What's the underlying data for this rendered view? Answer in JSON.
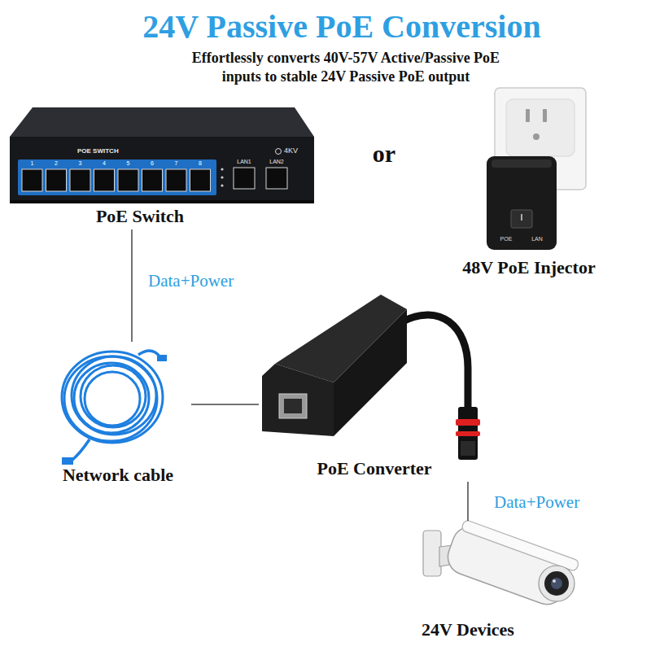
{
  "diagram": {
    "title": "24V Passive PoE Conversion",
    "nodes": [
      {
        "text": [
          "PoE Switch"
        ]
      },
      {
        "text": [
          "48V PoE Injector"
        ]
      },
      {
        "text": [
          "Network cable"
        ]
      },
      {
        "text": [
          "PoE Converter"
        ]
      },
      {
        "text": [
          "24V Devices"
        ]
      }
    ],
    "edges": [
      {
        "from": 0,
        "to": 2,
        "label": "Data+Power",
        "arrow": "none"
      },
      {
        "from": 2,
        "to": 3,
        "arrow": "none"
      },
      {
        "from": 3,
        "to": 4,
        "label": "Data+Power",
        "arrow": "none"
      }
    ],
    "labels": [
      "Effortlessly converts 40V-57V Active/Passive PoE inputs to stable 24V Passive PoE output",
      "or",
      "POE SWITCH",
      "1",
      "2",
      "3",
      "4",
      "5",
      "6",
      "7",
      "8",
      "LAN1",
      "LAN2",
      "4KV",
      "POE",
      "LAN"
    ]
  }
}
